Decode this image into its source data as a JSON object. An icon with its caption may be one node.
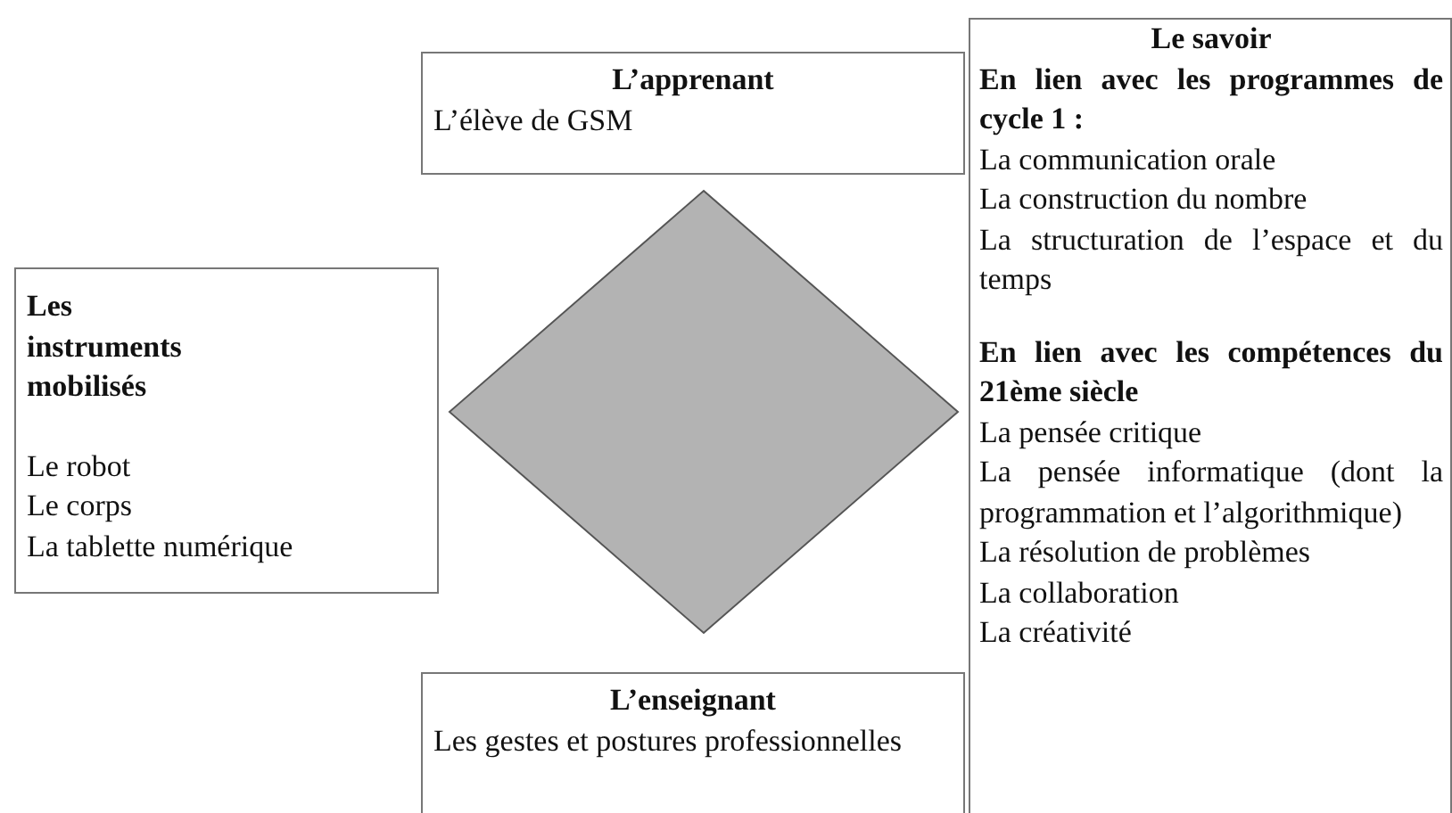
{
  "diagram": {
    "nodes": [
      {
        "text": [
          "L’apprenant",
          "L’élève de GSM"
        ]
      },
      {
        "text": [
          "Le savoir",
          "En lien avec les programmes de cycle 1 :",
          "La communication orale",
          "La construction du nombre",
          "La structuration de l’espace et du temps",
          "En lien avec les compétences du 21ème siècle",
          "La pensée critique",
          "La pensée informatique (dont la programmation et l’algorithmique)",
          "La résolution de problèmes",
          "La collaboration",
          "La créativité"
        ]
      },
      {
        "text": [
          "Les instruments mobilisés",
          "Le robot",
          "Le corps",
          "La tablette numérique"
        ]
      },
      {
        "text": [],
        "shape": "diamond"
      },
      {
        "text": [
          "L’enseignant",
          "Les gestes et postures professionnelles"
        ]
      }
    ]
  }
}
